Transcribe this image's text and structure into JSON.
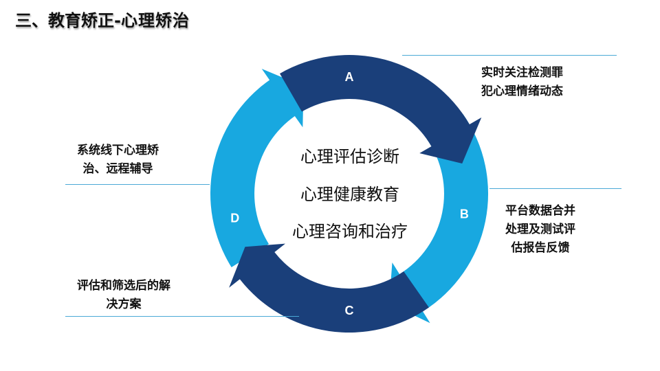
{
  "slide": {
    "title_main": "三、教育矫正-",
    "title_sub": "心理矫治"
  },
  "cycle": {
    "colors": {
      "dark": "#1a3f7a",
      "light": "#18a8e0"
    },
    "segments": [
      {
        "letter": "A",
        "shade": "dark"
      },
      {
        "letter": "B",
        "shade": "light"
      },
      {
        "letter": "C",
        "shade": "dark"
      },
      {
        "letter": "D",
        "shade": "light"
      }
    ],
    "center_lines": [
      "心理评估诊断",
      "心理健康教育",
      "心理咨询和治疗"
    ]
  },
  "notes": {
    "a": [
      "实时关注检测罪",
      "犯心理情绪动态"
    ],
    "b": [
      "平台数据合并",
      "处理及测试评",
      "估报告反馈"
    ],
    "c": [
      "评估和筛选后的解",
      "决方案"
    ],
    "d": [
      "系统线下心理矫",
      "治、远程辅导"
    ]
  }
}
